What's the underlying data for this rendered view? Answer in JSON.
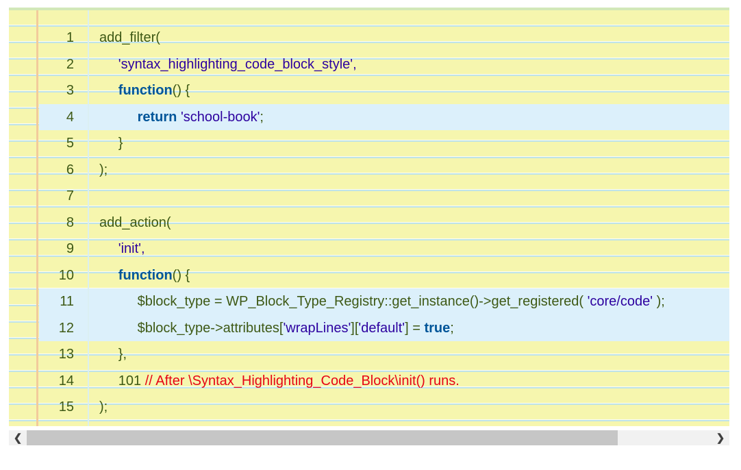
{
  "colors": {
    "paper_background": "#f6f6ae",
    "paper_top_border": "#d2e8b9",
    "ruled_line": "#bfe3e8",
    "margin_line": "#f2cb9c",
    "highlight_background": "#dcf0fb",
    "text_default": "#3e5915",
    "text_keyword": "#005599",
    "text_string": "#2c009f",
    "text_comment": "#e60415",
    "scrollbar_track": "#f1f1f1",
    "scrollbar_thumb": "#c6c6c6",
    "scrollbar_arrow": "#3f3f3f"
  },
  "code_block": {
    "lines": [
      {
        "number": "1",
        "highlighted": false,
        "tokens": [
          {
            "type": "plain",
            "text": "add_filter("
          }
        ]
      },
      {
        "number": "2",
        "highlighted": false,
        "tokens": [
          {
            "type": "plain",
            "text": "     "
          },
          {
            "type": "string",
            "text": "'syntax_highlighting_code_block_style',"
          }
        ]
      },
      {
        "number": "3",
        "highlighted": false,
        "tokens": [
          {
            "type": "plain",
            "text": "     "
          },
          {
            "type": "keyword",
            "text": "function"
          },
          {
            "type": "plain",
            "text": "() {"
          }
        ]
      },
      {
        "number": "4",
        "highlighted": true,
        "tokens": [
          {
            "type": "plain",
            "text": "          "
          },
          {
            "type": "keyword",
            "text": "return"
          },
          {
            "type": "plain",
            "text": " "
          },
          {
            "type": "string",
            "text": "'school-book'"
          },
          {
            "type": "plain",
            "text": ";"
          }
        ]
      },
      {
        "number": "5",
        "highlighted": false,
        "tokens": [
          {
            "type": "plain",
            "text": "     }"
          }
        ]
      },
      {
        "number": "6",
        "highlighted": false,
        "tokens": [
          {
            "type": "plain",
            "text": ");"
          }
        ]
      },
      {
        "number": "7",
        "highlighted": false,
        "tokens": []
      },
      {
        "number": "8",
        "highlighted": false,
        "tokens": [
          {
            "type": "plain",
            "text": "add_action("
          }
        ]
      },
      {
        "number": "9",
        "highlighted": false,
        "tokens": [
          {
            "type": "plain",
            "text": "     "
          },
          {
            "type": "string",
            "text": "'init',"
          }
        ]
      },
      {
        "number": "10",
        "highlighted": false,
        "tokens": [
          {
            "type": "plain",
            "text": "     "
          },
          {
            "type": "keyword",
            "text": "function"
          },
          {
            "type": "plain",
            "text": "() {"
          }
        ]
      },
      {
        "number": "11",
        "highlighted": true,
        "tokens": [
          {
            "type": "plain",
            "text": "          $block_type = WP_Block_Type_Registry::get_instance()->get_registered( "
          },
          {
            "type": "string",
            "text": "'core/code'"
          },
          {
            "type": "plain",
            "text": " );"
          }
        ]
      },
      {
        "number": "12",
        "highlighted": true,
        "tokens": [
          {
            "type": "plain",
            "text": "          $block_type->attributes["
          },
          {
            "type": "string",
            "text": "'wrapLines'"
          },
          {
            "type": "plain",
            "text": "]["
          },
          {
            "type": "string",
            "text": "'default'"
          },
          {
            "type": "plain",
            "text": "] = "
          },
          {
            "type": "keyword",
            "text": "true"
          },
          {
            "type": "plain",
            "text": ";"
          }
        ]
      },
      {
        "number": "13",
        "highlighted": false,
        "tokens": [
          {
            "type": "plain",
            "text": "     },"
          }
        ]
      },
      {
        "number": "14",
        "highlighted": false,
        "tokens": [
          {
            "type": "plain",
            "text": "     101 "
          },
          {
            "type": "comment",
            "text": "// After \\Syntax_Highlighting_Code_Block\\init() runs."
          }
        ]
      },
      {
        "number": "15",
        "highlighted": false,
        "tokens": [
          {
            "type": "plain",
            "text": ");"
          }
        ]
      }
    ]
  },
  "scrollbar": {
    "left_arrow": "❮",
    "right_arrow": "❯"
  }
}
